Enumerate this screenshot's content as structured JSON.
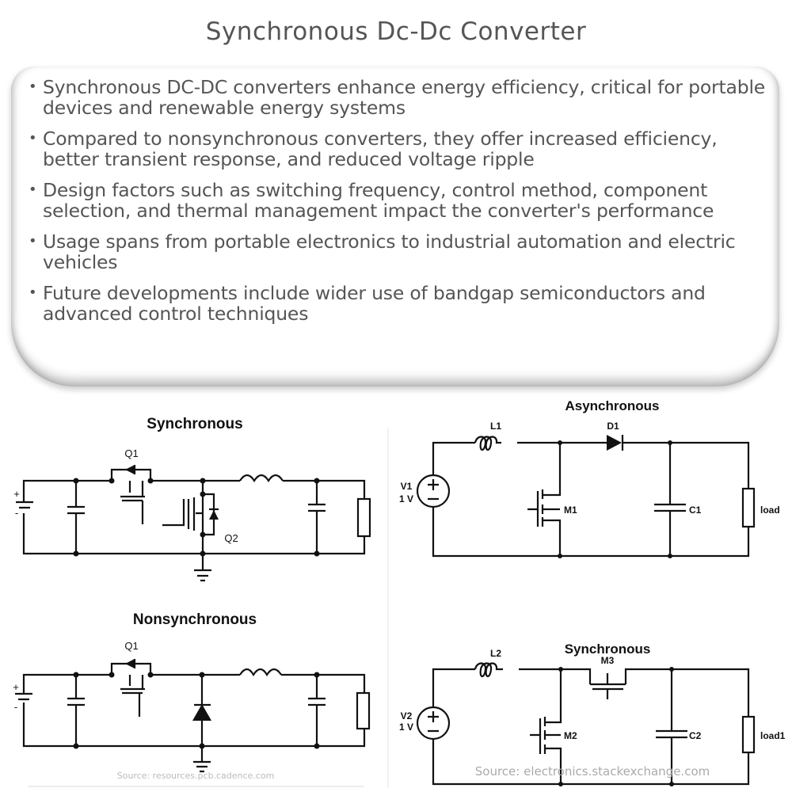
{
  "header": {
    "title": "Synchronous Dc-Dc Converter"
  },
  "bullets": [
    "Synchronous DC-DC converters enhance energy efficiency, critical for portable devices and renewable energy systems",
    "Compared to nonsynchronous converters, they offer increased efficiency, better transient response, and reduced voltage ripple",
    "Design factors such as switching frequency, control method, component selection, and thermal management impact the converter's performance",
    "Usage spans from portable electronics to industrial automation and electric vehicles",
    "Future developments include wider use of bandgap semiconductors and advanced control techniques"
  ],
  "diagrams": {
    "sync_left": {
      "title": "Synchronous",
      "q1": "Q1",
      "q2": "Q2",
      "plus": "+",
      "minus": "-"
    },
    "nonsync_left": {
      "title": "Nonsynchronous",
      "q1": "Q1",
      "plus": "+",
      "minus": "-",
      "source": "Source: resources.pcb.cadence.com"
    },
    "async_right": {
      "title": "Asynchronous",
      "v": "V1",
      "volt": "1 V",
      "l": "L1",
      "d": "D1",
      "m": "M1",
      "c": "C1",
      "load": "load"
    },
    "sync_right": {
      "title": "Synchronous",
      "v": "V2",
      "volt": "1 V",
      "l": "L2",
      "m_low": "M2",
      "m_high": "M3",
      "c": "C2",
      "load": "load1",
      "source": "Source: electronics.stackexchange.com"
    }
  }
}
